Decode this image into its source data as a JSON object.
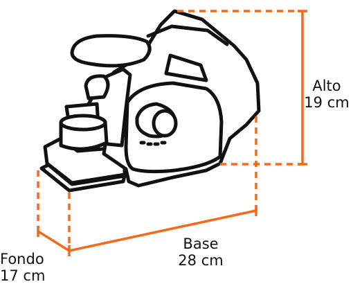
{
  "colors": {
    "dimension": "#f26a1b",
    "outline": "#111111",
    "fill": "#ffffff"
  },
  "dimensions": {
    "alto": {
      "label": "Alto",
      "value": "19 cm"
    },
    "base": {
      "label": "Base",
      "value": "28 cm"
    },
    "fondo": {
      "label": "Fondo",
      "value": "17 cm"
    }
  }
}
